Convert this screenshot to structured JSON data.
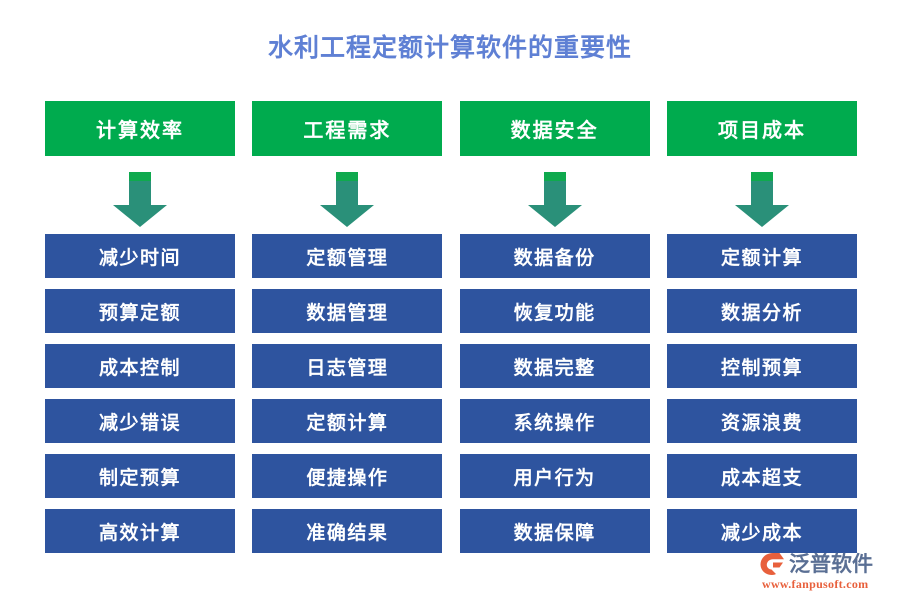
{
  "title": "水利工程定额计算软件的重要性",
  "colors": {
    "title": "#5f80d4",
    "header_box": "#00ab4e",
    "item_box": "#2e549f",
    "arrow_body": "#2a9079",
    "arrow_cap": "#0fa94e",
    "logo_name": "#5a6f94",
    "logo_url": "#e8603c",
    "background": "#ffffff"
  },
  "columns": [
    {
      "header": "计算效率",
      "arrow_icon": "down-arrow-icon",
      "items": [
        "减少时间",
        "预算定额",
        "成本控制",
        "减少错误",
        "制定预算",
        "高效计算"
      ]
    },
    {
      "header": "工程需求",
      "arrow_icon": "down-arrow-icon",
      "items": [
        "定额管理",
        "数据管理",
        "日志管理",
        "定额计算",
        "便捷操作",
        "准确结果"
      ]
    },
    {
      "header": "数据安全",
      "arrow_icon": "down-arrow-icon",
      "items": [
        "数据备份",
        "恢复功能",
        "数据完整",
        "系统操作",
        "用户行为",
        "数据保障"
      ]
    },
    {
      "header": "项目成本",
      "arrow_icon": "down-arrow-icon",
      "items": [
        "定额计算",
        "数据分析",
        "控制预算",
        "资源浪费",
        "成本超支",
        "减少成本"
      ]
    }
  ],
  "logo": {
    "mark_icon": "fanpu-swoosh-icon",
    "name": "泛普软件",
    "url": "www.fanpusoft.com"
  }
}
